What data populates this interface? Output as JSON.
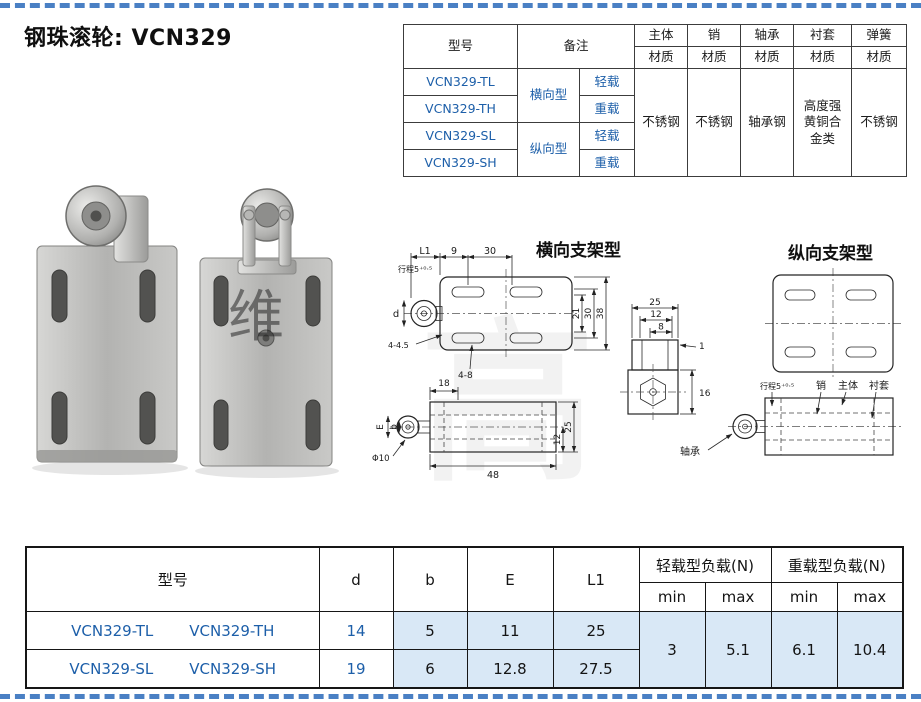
{
  "page": {
    "title": "钢珠滚轮: VCN329",
    "watermark1": "维",
    "watermark2": "高",
    "accent_blue": "#1d5fa9",
    "dash_blue": "#4a80c4",
    "cell_blue_bg": "#d9e8f6"
  },
  "spec_table": {
    "col_model": "型号",
    "col_remark": "备注",
    "col_body": "主体",
    "col_pin": "销",
    "col_bearing": "轴承",
    "col_bushing": "衬套",
    "col_spring": "弹簧",
    "material_label": "材质",
    "models": [
      "VCN329-TL",
      "VCN329-TH",
      "VCN329-SL",
      "VCN329-SH"
    ],
    "group_horizontal": "横向型",
    "group_vertical": "纵向型",
    "loads": [
      "轻载",
      "重载",
      "轻载",
      "重载"
    ],
    "mat_body": "不锈钢",
    "mat_pin": "不锈钢",
    "mat_bearing": "轴承钢",
    "mat_bushing": "高度强黄铜合金类",
    "mat_spring": "不锈钢"
  },
  "drawings": {
    "horizontal_title": "横向支架型",
    "vertical_title": "纵向支架型",
    "h": {
      "l1": "L1",
      "n9": "9",
      "n30_top": "30",
      "stroke": "行程5⁺⁰·⁵",
      "d": "d",
      "n21": "21",
      "n30_right": "30",
      "n38": "38",
      "n4_45": "4-4.5",
      "n4_8": "4-8",
      "n18": "18",
      "e": "E",
      "b": "b",
      "phi10": "Φ10",
      "n48": "48",
      "n12": "12",
      "n25": "25"
    },
    "v": {
      "n25": "25",
      "n12": "12",
      "n8": "8",
      "n1": "1",
      "n16": "16",
      "stroke": "行程5⁺⁰·⁵",
      "pin": "销",
      "body": "主体",
      "bushing": "衬套",
      "bearing": "轴承"
    }
  },
  "dim_table": {
    "col_model": "型号",
    "col_d": "d",
    "col_b": "b",
    "col_e": "E",
    "col_l1": "L1",
    "col_light": "轻载型负载(N)",
    "col_heavy": "重载型负载(N)",
    "min_label": "min",
    "max_label": "max",
    "rows": [
      {
        "model_a": "VCN329-TL",
        "model_b": "VCN329-TH",
        "d": "14",
        "b": "5",
        "e": "11",
        "l1": "25"
      },
      {
        "model_a": "VCN329-SL",
        "model_b": "VCN329-SH",
        "d": "19",
        "b": "6",
        "e": "12.8",
        "l1": "27.5"
      }
    ],
    "light_min": "3",
    "light_max": "5.1",
    "heavy_min": "6.1",
    "heavy_max": "10.4"
  }
}
